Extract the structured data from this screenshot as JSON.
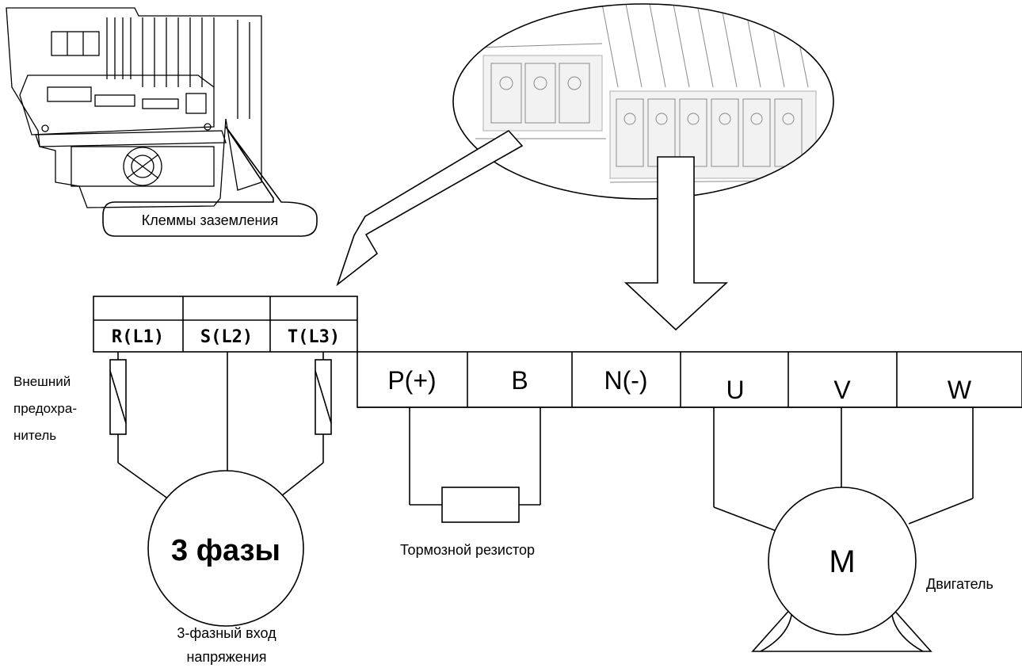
{
  "labels": {
    "ground_terminals": "Клеммы заземления",
    "external_fuse_line1": "Внешний",
    "external_fuse_line2": "предохра-",
    "external_fuse_line3": "нитель",
    "three_phase": "3 фазы",
    "input_line1": "3-фазный вход",
    "input_line2": "напряжения",
    "brake_resistor": "Тормозной резистор",
    "motor_symbol": "M",
    "motor": "Двигатель"
  },
  "input_terminals": [
    "R(L1)",
    "S(L2)",
    "T(L3)"
  ],
  "output_terminals": [
    "P(+)",
    "B",
    "N(-)",
    "U",
    "V",
    "W"
  ]
}
